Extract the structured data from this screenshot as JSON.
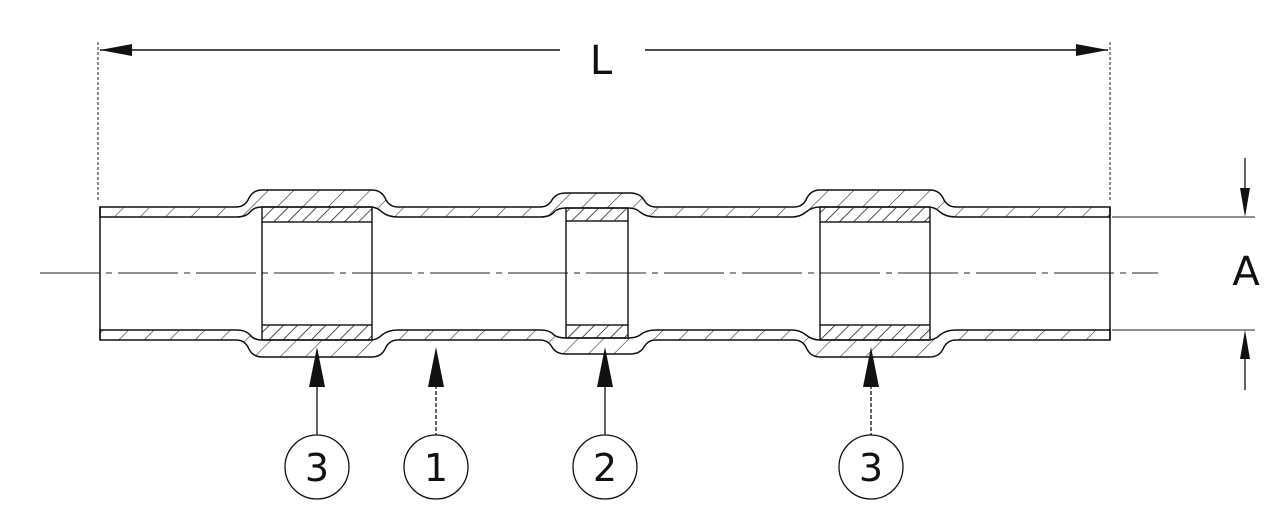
{
  "dimensions": {
    "length_label": "L",
    "diameter_label": "A"
  },
  "callouts": [
    {
      "number": "3"
    },
    {
      "number": "1"
    },
    {
      "number": "2"
    },
    {
      "number": "3"
    }
  ],
  "colors": {
    "ink": "#111111",
    "background": "#ffffff"
  }
}
